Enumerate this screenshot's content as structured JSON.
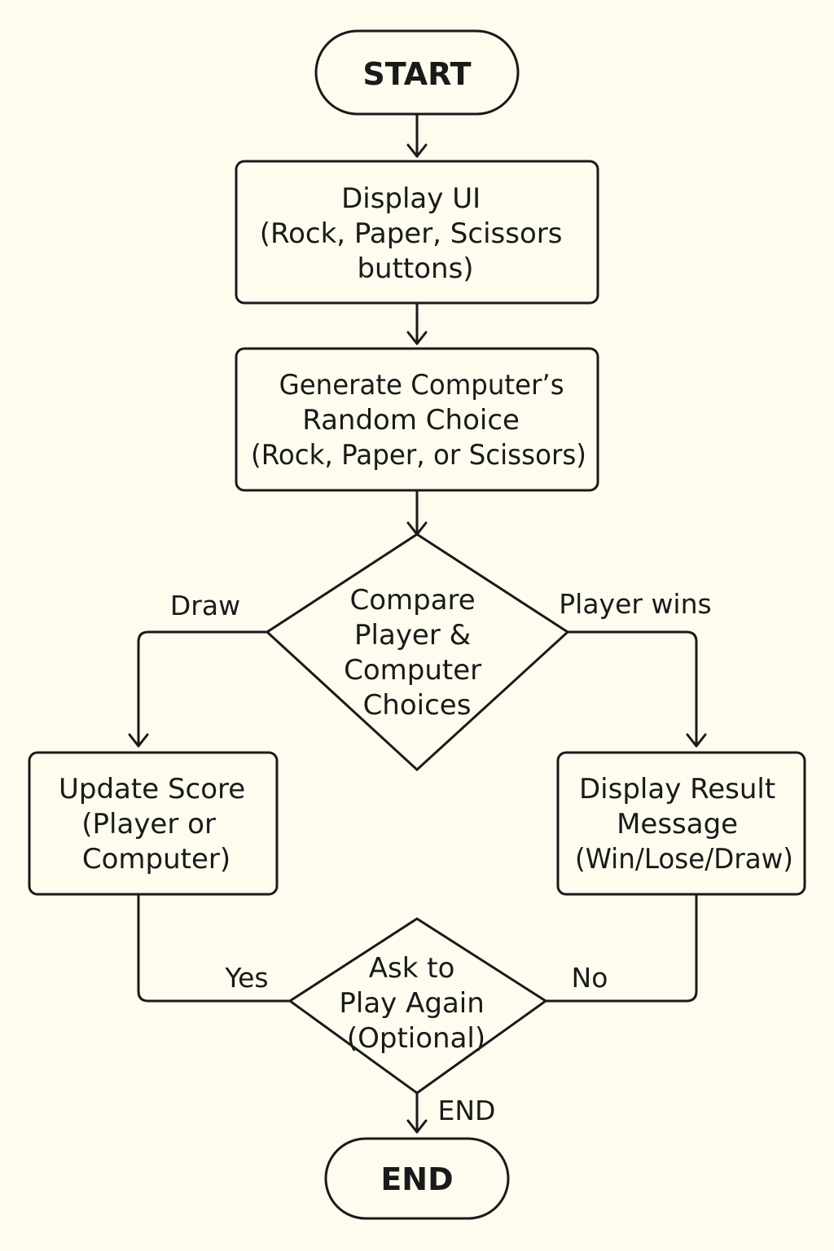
{
  "colors": {
    "background": "#fdfcef",
    "stroke": "#1a1a1a"
  },
  "nodes": {
    "start": {
      "label": "START"
    },
    "display_ui": {
      "lines": [
        "Display UI",
        "(Rock, Paper, Scissors",
        "buttons)"
      ]
    },
    "generate": {
      "lines": [
        "Generate Computer’s",
        "Random Choice",
        "(Rock, Paper, or Scissors)"
      ]
    },
    "compare": {
      "lines": [
        "Compare",
        "Player &",
        "Computer",
        "Choices"
      ]
    },
    "update_score": {
      "lines": [
        "Update Score",
        "(Player or",
        "Computer)"
      ]
    },
    "display_result": {
      "lines": [
        "Display Result",
        "Message",
        "(Win/Lose/Draw)"
      ]
    },
    "play_again": {
      "lines": [
        "Ask to",
        "Play Again",
        "(Optional)"
      ]
    },
    "end": {
      "label": "END"
    }
  },
  "edges": {
    "draw": "Draw",
    "player_wins": "Player wins",
    "yes": "Yes",
    "no": "No",
    "end": "END"
  }
}
